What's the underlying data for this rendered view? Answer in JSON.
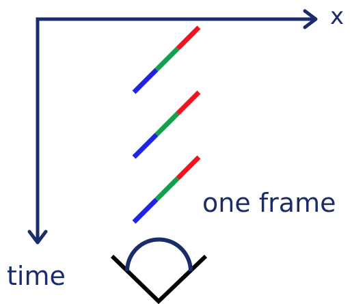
{
  "axes": {
    "x_label": "x",
    "time_label": "time"
  },
  "frame_label": "one frame",
  "colors": {
    "axis": "#1b2c6a",
    "segment_blue": "#1f23e6",
    "segment_green": "#13a04a",
    "segment_red": "#f0141e",
    "eye": "#1b2c6a",
    "eye_outline": "#000000",
    "background": "#ffffff"
  },
  "frames": [
    {
      "name": "frame-1",
      "segments": [
        "blue",
        "green",
        "red"
      ]
    },
    {
      "name": "frame-2",
      "segments": [
        "blue",
        "green",
        "red"
      ]
    },
    {
      "name": "frame-3",
      "segments": [
        "blue",
        "green",
        "red"
      ]
    }
  ],
  "observer": {
    "icon": "eye-icon"
  }
}
